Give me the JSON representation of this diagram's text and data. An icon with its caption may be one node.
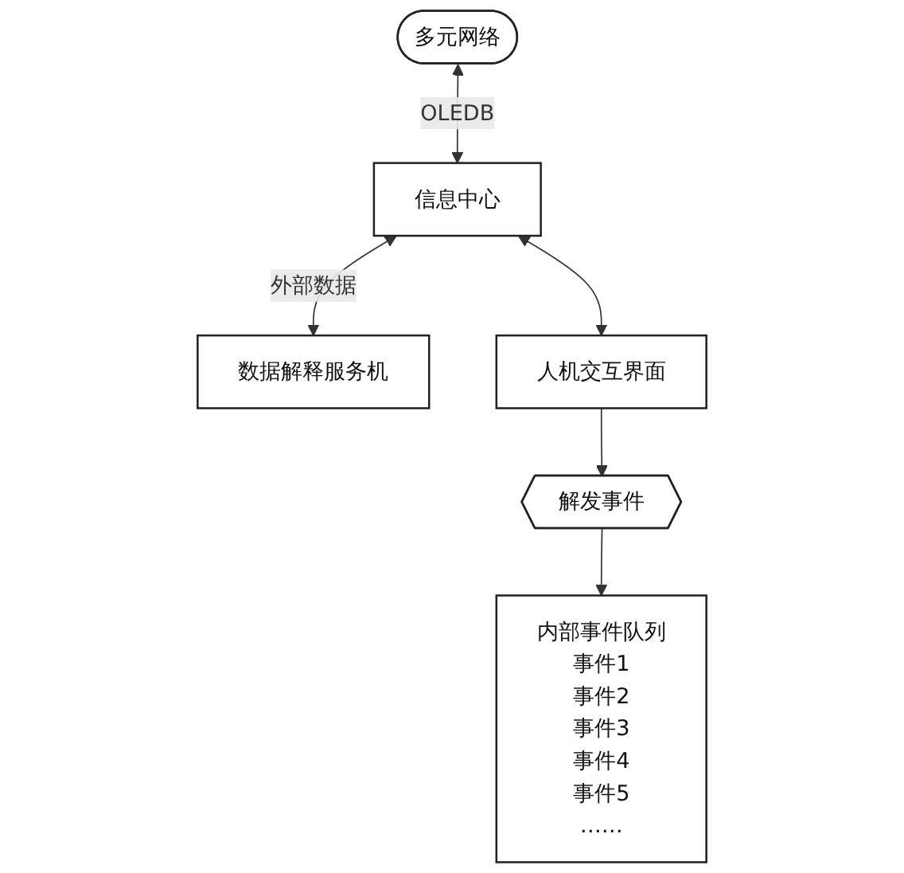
{
  "diagram": {
    "nodes": [
      {
        "text": [
          "多元网络"
        ]
      },
      {
        "text": [
          "内部事件队列",
          "事件1",
          "事件2",
          "事件3",
          "事件4",
          "事件5",
          "……"
        ]
      },
      {
        "text": [
          "信息中心"
        ]
      },
      {
        "text": [
          "解发事件"
        ]
      },
      {
        "text": [
          "数据解释服务机"
        ]
      },
      {
        "text": [
          "人机交互界面"
        ]
      }
    ],
    "edges": [
      {
        "from": 0,
        "to": 2,
        "arrow": "both",
        "label": "OLEDB"
      },
      {
        "from": 2,
        "to": 4,
        "arrow": "both",
        "label": "外部数据"
      },
      {
        "from": 2,
        "to": 5,
        "arrow": "both"
      },
      {
        "from": 5,
        "to": 3,
        "arrow": "to"
      },
      {
        "from": 3,
        "to": 1,
        "arrow": "to"
      }
    ]
  }
}
